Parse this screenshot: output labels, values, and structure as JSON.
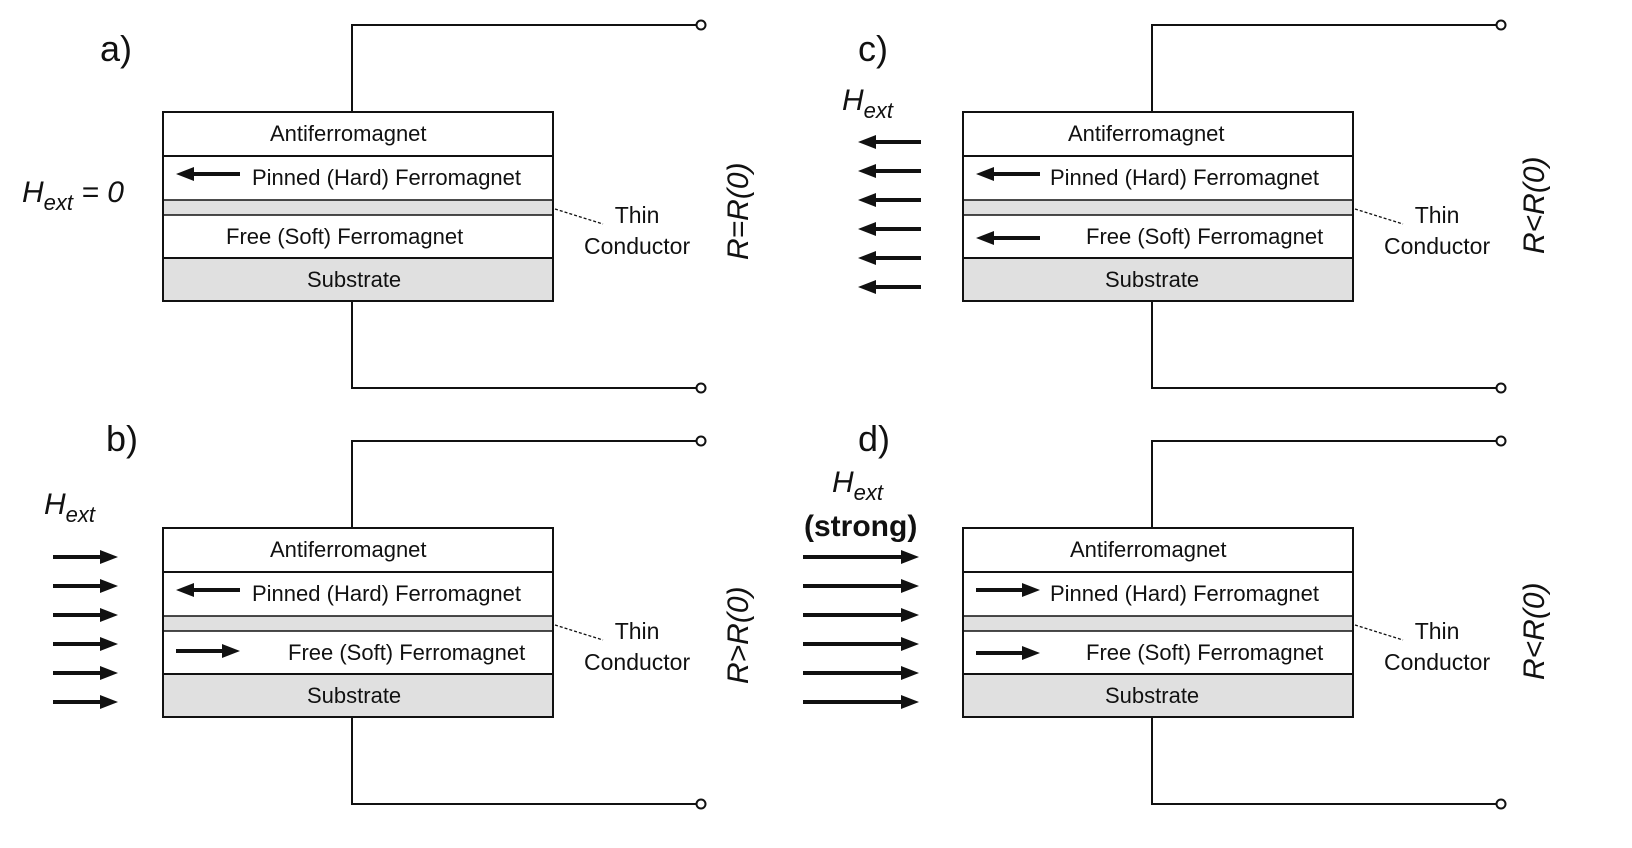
{
  "panels": [
    {
      "id": "a",
      "label": "a)",
      "hext_text": "= 0",
      "field_arrows": "none",
      "pinned_dir": "left",
      "free_dir": "none",
      "resistance": "R=R(0)",
      "strong": ""
    },
    {
      "id": "b",
      "label": "b)",
      "hext_text": "",
      "field_arrows": "right",
      "pinned_dir": "left",
      "free_dir": "right",
      "resistance": "R>R(0)",
      "strong": ""
    },
    {
      "id": "c",
      "label": "c)",
      "hext_text": "",
      "field_arrows": "left",
      "pinned_dir": "left",
      "free_dir": "left",
      "resistance": "R<R(0)",
      "strong": ""
    },
    {
      "id": "d",
      "label": "d)",
      "hext_text": "",
      "field_arrows": "right",
      "pinned_dir": "right",
      "free_dir": "right",
      "resistance": "R<R(0)",
      "strong": "(strong)"
    }
  ],
  "layers": {
    "antiferromagnet": "Antiferromagnet",
    "pinned": "Pinned (Hard) Ferromagnet",
    "free": "Free (Soft) Ferromagnet",
    "substrate": "Substrate"
  },
  "thin_conductor": {
    "line1": "Thin",
    "line2": "Conductor"
  },
  "hext": {
    "symbol": "H",
    "sub": "ext"
  },
  "colors": {
    "substrate": "#e0e0e0",
    "spacer": "#e0e0e0",
    "line": "#111111"
  }
}
